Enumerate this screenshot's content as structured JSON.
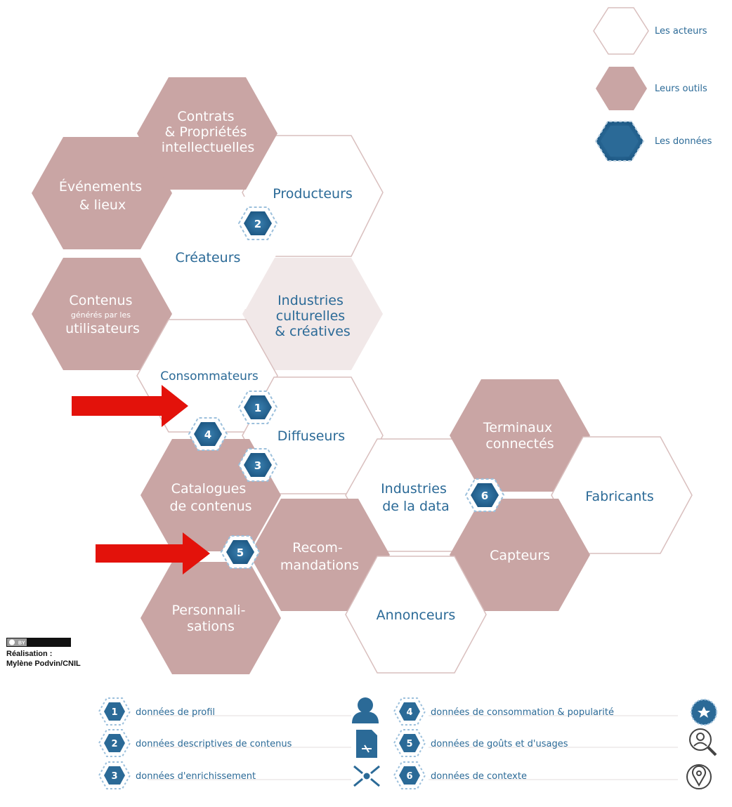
{
  "legend": {
    "actors": "Les acteurs",
    "tools": "Leurs outils",
    "data": "Les données"
  },
  "hexagons": {
    "contrats": [
      "Contrats",
      "& Propriétés",
      "intellectuelles"
    ],
    "evenements": [
      "Événements",
      "& lieux"
    ],
    "producteurs": [
      "Producteurs"
    ],
    "createurs": [
      "Créateurs"
    ],
    "contenus": [
      "Contenus",
      "générés par les",
      "utilisateurs"
    ],
    "industries_culturelles": [
      "Industries",
      "culturelles",
      "& créatives"
    ],
    "consommateurs": [
      "Consommateurs"
    ],
    "diffuseurs": [
      "Diffuseurs"
    ],
    "catalogues": [
      "Catalogues",
      "de contenus"
    ],
    "terminaux": [
      "Terminaux",
      "connectés"
    ],
    "industries_data": [
      "Industries",
      "de la data"
    ],
    "fabricants": [
      "Fabricants"
    ],
    "recommandations": [
      "Recom-",
      "mandations"
    ],
    "capteurs": [
      "Capteurs"
    ],
    "personnalisations": [
      "Personnali-",
      "sations"
    ],
    "annonceurs": [
      "Annonceurs"
    ]
  },
  "badges": [
    "1",
    "2",
    "3",
    "4",
    "5",
    "6"
  ],
  "data_legend": [
    {
      "num": "1",
      "label": "données de profil",
      "icon": "user-profile-icon"
    },
    {
      "num": "2",
      "label": "données descriptives de contenus",
      "icon": "media-file-icon"
    },
    {
      "num": "3",
      "label": "données d'enrichissement",
      "icon": "enrichment-arrows-icon"
    },
    {
      "num": "4",
      "label": "données de consommation & popularité",
      "icon": "popularity-badge-icon"
    },
    {
      "num": "5",
      "label": "données de goûts et d'usages",
      "icon": "user-search-icon"
    },
    {
      "num": "6",
      "label": "données de contexte",
      "icon": "location-pin-icon"
    }
  ],
  "license": "BY",
  "credit": [
    "Réalisation :",
    "Mylène Podvin/CNIL"
  ],
  "colors": {
    "tool": "#c9a5a4",
    "tool_light": "#f1e8e8",
    "actor_stroke": "#d9bfbe",
    "data_blue": "#2b6a97",
    "arrow_red": "#e3120b"
  }
}
